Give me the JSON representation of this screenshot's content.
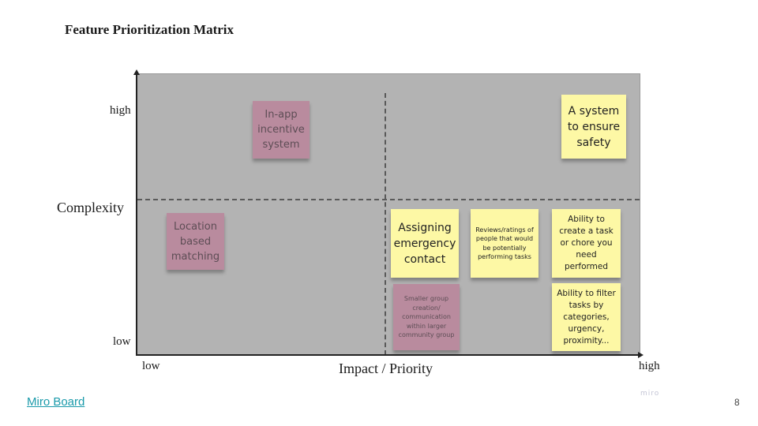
{
  "slide": {
    "title": "Feature Prioritization Matrix",
    "page_number": "8",
    "link_label": "Miro Board",
    "watermark": "miro"
  },
  "matrix": {
    "y_axis": {
      "label": "Complexity",
      "high": "high",
      "low": "low"
    },
    "x_axis": {
      "label": "Impact / Priority",
      "low": "low",
      "high": "high"
    },
    "colors": {
      "background": "#b3b3b3",
      "yellow_note": "#fdf8a5",
      "pink_note": "#b98b9e"
    },
    "notes": [
      {
        "text": "In-app incentive system",
        "color": "pink",
        "quadrant": "low-impact-high-complexity"
      },
      {
        "text": "A system to ensure safety",
        "color": "yellow",
        "quadrant": "high-impact-high-complexity"
      },
      {
        "text": "Location based matching",
        "color": "pink",
        "quadrant": "low-impact-low-complexity"
      },
      {
        "text": "Assigning emergency contact",
        "color": "yellow",
        "quadrant": "high-impact-low-complexity"
      },
      {
        "text": "Reviews/ratings of people that would be potentially performing tasks",
        "color": "yellow",
        "quadrant": "high-impact-low-complexity"
      },
      {
        "text": "Ability to create a task or chore you need performed",
        "color": "yellow",
        "quadrant": "high-impact-low-complexity"
      },
      {
        "text": "Smaller group creation/ communication within larger community group",
        "color": "pink",
        "quadrant": "high-impact-low-complexity"
      },
      {
        "text": "Ability to filter tasks by categories, urgency, proximity...",
        "color": "yellow",
        "quadrant": "high-impact-low-complexity"
      }
    ]
  }
}
